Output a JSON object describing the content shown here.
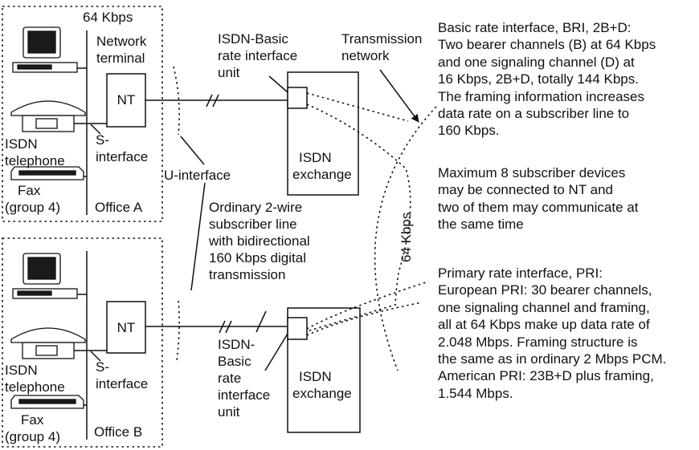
{
  "office_a": {
    "label": "Office A",
    "rate_label": "64 Kbps",
    "network_terminal_label": [
      "Network",
      "terminal"
    ],
    "nt_label": "NT",
    "isdn_telephone_label": [
      "ISDN",
      "telephone"
    ],
    "s_interface_label": [
      "S-",
      "interface"
    ],
    "fax_label": [
      "Fax",
      "(group 4)"
    ]
  },
  "office_b": {
    "label": "Office B",
    "nt_label": "NT",
    "isdn_telephone_label": [
      "ISDN",
      "telephone"
    ],
    "s_interface_label": [
      "S-",
      "interface"
    ],
    "fax_label": [
      "Fax",
      "(group 4)"
    ]
  },
  "u_interface_label": "U-interface",
  "bri_unit_top_label": [
    "ISDN-Basic",
    "rate interface",
    "unit"
  ],
  "bri_unit_bottom_label": [
    "ISDN-",
    "Basic",
    "rate",
    "interface",
    "unit"
  ],
  "subscriber_line_label": [
    "Ordinary 2-wire",
    "subscriber line",
    "with bidirectional",
    "160 Kbps digital",
    "transmission"
  ],
  "exchange_top_label": [
    "ISDN",
    "exchange"
  ],
  "exchange_bottom_label": [
    "ISDN",
    "exchange"
  ],
  "transmission_network_label": [
    "Transmission",
    "network"
  ],
  "trunk_rate_label": "64 Kbps",
  "bri_text": [
    "Basic rate interface, BRI, 2B+D:",
    "Two bearer channels (B) at 64 Kbps",
    "and one signaling channel (D) at",
    "16 Kbps, 2B+D, totally 144 Kbps.",
    "The framing information increases",
    "data rate on a subscriber line to",
    "160 Kbps."
  ],
  "max_devices_text": [
    "Maximum 8 subscriber devices",
    "may be connected to NT and",
    "two of them may communicate at",
    "the same time"
  ],
  "pri_text": [
    "Primary rate interface, PRI:",
    "European PRI: 30 bearer channels,",
    "one signaling channel and framing,",
    "all at 64 Kbps make up data rate of",
    "2.048 Mbps. Framing structure is",
    "the same as in ordinary 2 Mbps PCM.",
    "American PRI: 23B+D plus framing,",
    "1.544 Mbps."
  ]
}
